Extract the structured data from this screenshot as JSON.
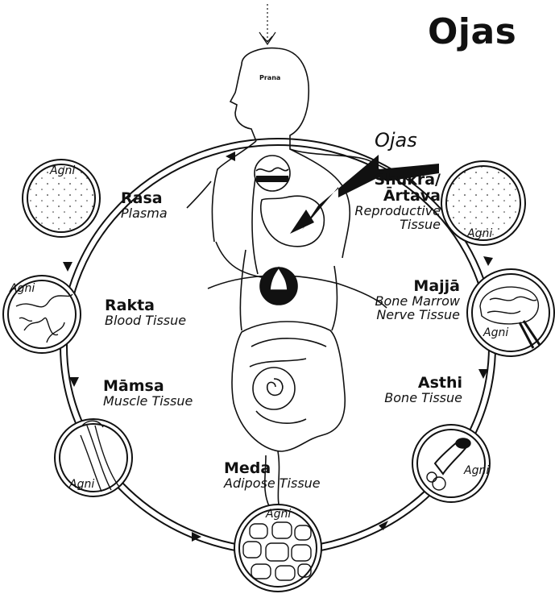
{
  "title": "Ojas",
  "head_label": "Prana",
  "ojas_arrow_label": "Ojas",
  "agni": "Agni",
  "tissues": [
    {
      "name": "Rasa",
      "sub": "Plasma"
    },
    {
      "name": "Rakta",
      "sub": "Blood Tissue"
    },
    {
      "name": "Māmsa",
      "sub": "Muscle Tissue"
    },
    {
      "name": "Meda",
      "sub": "Adipose Tissue"
    },
    {
      "name": "Asthi",
      "sub": "Bone Tissue"
    },
    {
      "name": "Majjā",
      "sub": "Bone Marrow",
      "sub2": "Nerve Tissue"
    },
    {
      "name": "Shukra/",
      "name2": "Ārtava",
      "sub": "Reproductive",
      "sub2": "Tissue"
    }
  ]
}
